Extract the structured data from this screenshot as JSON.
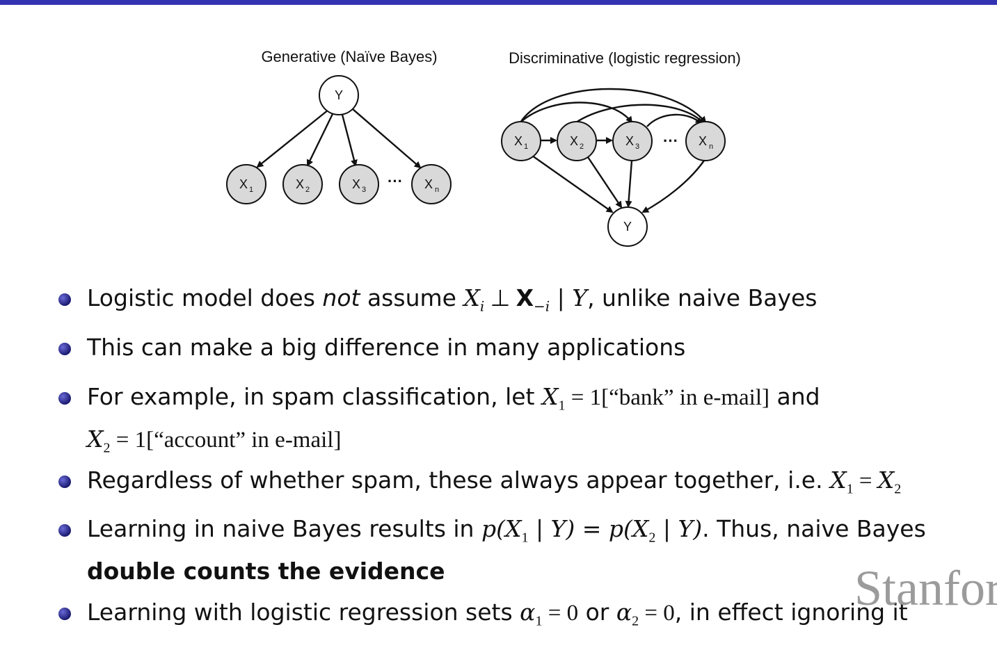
{
  "diagram": {
    "generative_title": "Generative (Naïve Bayes)",
    "discriminative_title": "Discriminative (logistic regression)",
    "nodes": {
      "y": "Y",
      "x": "X",
      "sub1": "1",
      "sub2": "2",
      "sub3": "3",
      "subn": "n",
      "dots": "···"
    }
  },
  "bullets": {
    "b1": {
      "t1": "Logistic model does ",
      "t2": "not",
      "t3": " assume ",
      "m1": "X",
      "m1sub": "i",
      "m2": " ⊥ ",
      "m3": "X",
      "m3sub": "−i",
      "m4": " | Y",
      "t4": ", unlike naive Bayes"
    },
    "b2": {
      "t1": "This can make a big difference in many applications"
    },
    "b3": {
      "t1": "For example, in spam classification, let ",
      "m1": "X",
      "m1sub": "1",
      "r1": " = 1[“bank” in e-mail]",
      "t2": " and",
      "m2": "X",
      "m2sub": "2",
      "r2": " = 1[“account” in e-mail]"
    },
    "b4": {
      "t1": "Regardless of whether spam, these always appear together, i.e. ",
      "m1": "X",
      "m1sub": "1",
      "r1": " = ",
      "m2": "X",
      "m2sub": "2"
    },
    "b5": {
      "t1": "Learning in naive Bayes results in ",
      "m1": "p(X",
      "m1sub": "1",
      "m2": " | Y) = p(X",
      "m2sub": "2",
      "m3": " | Y)",
      "t2": ".  Thus, naive Bayes",
      "t3": "double counts the evidence"
    },
    "b6": {
      "t1": "Learning with logistic regression sets ",
      "m1": "α",
      "m1sub": "1",
      "r1": " = 0",
      "t2": " or ",
      "m2": "α",
      "m2sub": "2",
      "r2": " = 0",
      "t3": ", in effect ignoring it"
    }
  },
  "watermark": "Stanfor"
}
